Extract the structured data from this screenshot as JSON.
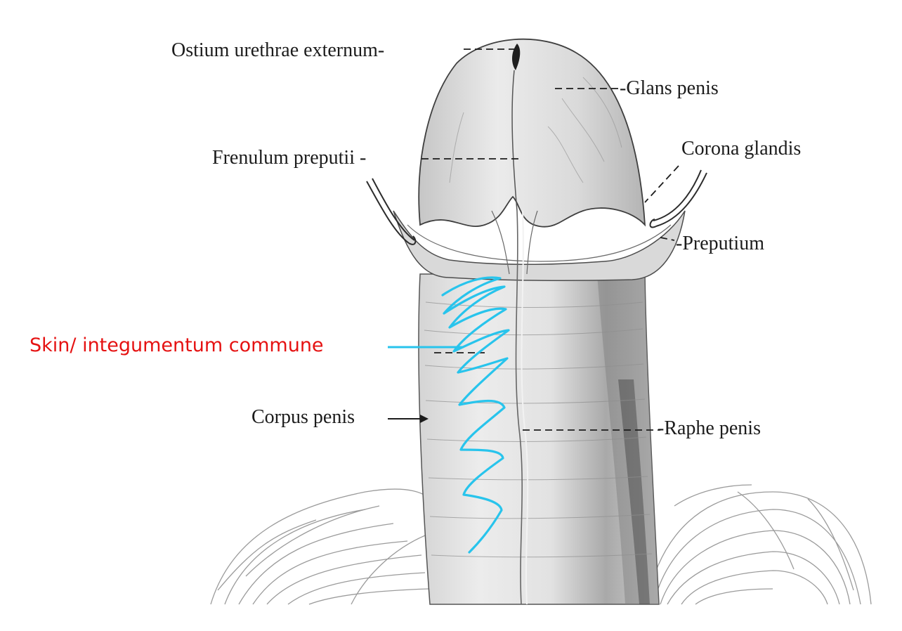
{
  "labels": {
    "ostium": "Ostium urethrae externum-",
    "glans": "-Glans penis",
    "frenulum": "Frenulum preputii -",
    "corona": "Corona glandis",
    "preputium": "-Preputium",
    "corpus": "Corpus penis",
    "raphe": "-Raphe penis"
  },
  "annotation": {
    "text": "Skin/ integumentum commune",
    "text_color": "#e51212",
    "scribble_color": "#28c4ec"
  },
  "colors": {
    "background": "#ffffff",
    "ink": "#1c1c1c",
    "shaft_shade": "#c9c9c9",
    "hair": "#8a8a8a"
  }
}
